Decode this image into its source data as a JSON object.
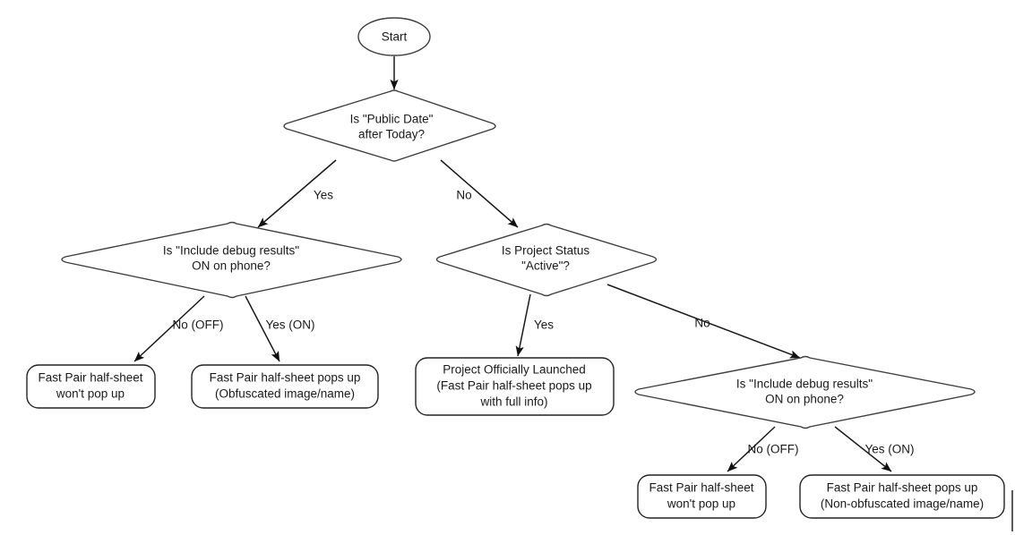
{
  "diagram": {
    "title": "Fast Pair half-sheet decision flowchart",
    "background_color": "#ffffff",
    "line_color": "#1a1a1a",
    "shape_stroke_color": "#3f3f3f",
    "text_color": "#1a1a1a"
  },
  "nodes": {
    "start": {
      "shape": "ellipse",
      "label": "Start"
    },
    "decision_public_date": {
      "shape": "diamond",
      "line1": "Is \"Public Date\"",
      "line2": "after Today?"
    },
    "decision_debug_left": {
      "shape": "diamond",
      "line1": "Is \"Include debug results\"",
      "line2": "ON on phone?"
    },
    "decision_project_status": {
      "shape": "diamond",
      "line1": "Is Project Status",
      "line2": "\"Active\"?"
    },
    "decision_debug_right": {
      "shape": "diamond",
      "line1": "Is \"Include debug results\"",
      "line2": "ON on phone?"
    },
    "terminal_left_no": {
      "shape": "rounded-rect",
      "line1": "Fast Pair half-sheet",
      "line2": "won't pop up"
    },
    "terminal_left_yes": {
      "shape": "rounded-rect",
      "line1": "Fast Pair half-sheet pops up",
      "line2": "(Obfuscated image/name)"
    },
    "terminal_launched": {
      "shape": "rounded-rect",
      "line1": "Project Officially Launched",
      "line2": "(Fast Pair half-sheet pops up",
      "line3": "with full info)"
    },
    "terminal_right_no": {
      "shape": "rounded-rect",
      "line1": "Fast Pair half-sheet",
      "line2": "won't pop up"
    },
    "terminal_right_yes": {
      "shape": "rounded-rect",
      "line1": "Fast Pair half-sheet pops up",
      "line2": "(Non-obfuscated image/name)"
    }
  },
  "edge_labels": {
    "public_date_yes": "Yes",
    "public_date_no": "No",
    "debug_left_no": "No (OFF)",
    "debug_left_yes": "Yes (ON)",
    "project_status_yes": "Yes",
    "project_status_no": "No",
    "debug_right_no": "No (OFF)",
    "debug_right_yes": "Yes (ON)"
  }
}
